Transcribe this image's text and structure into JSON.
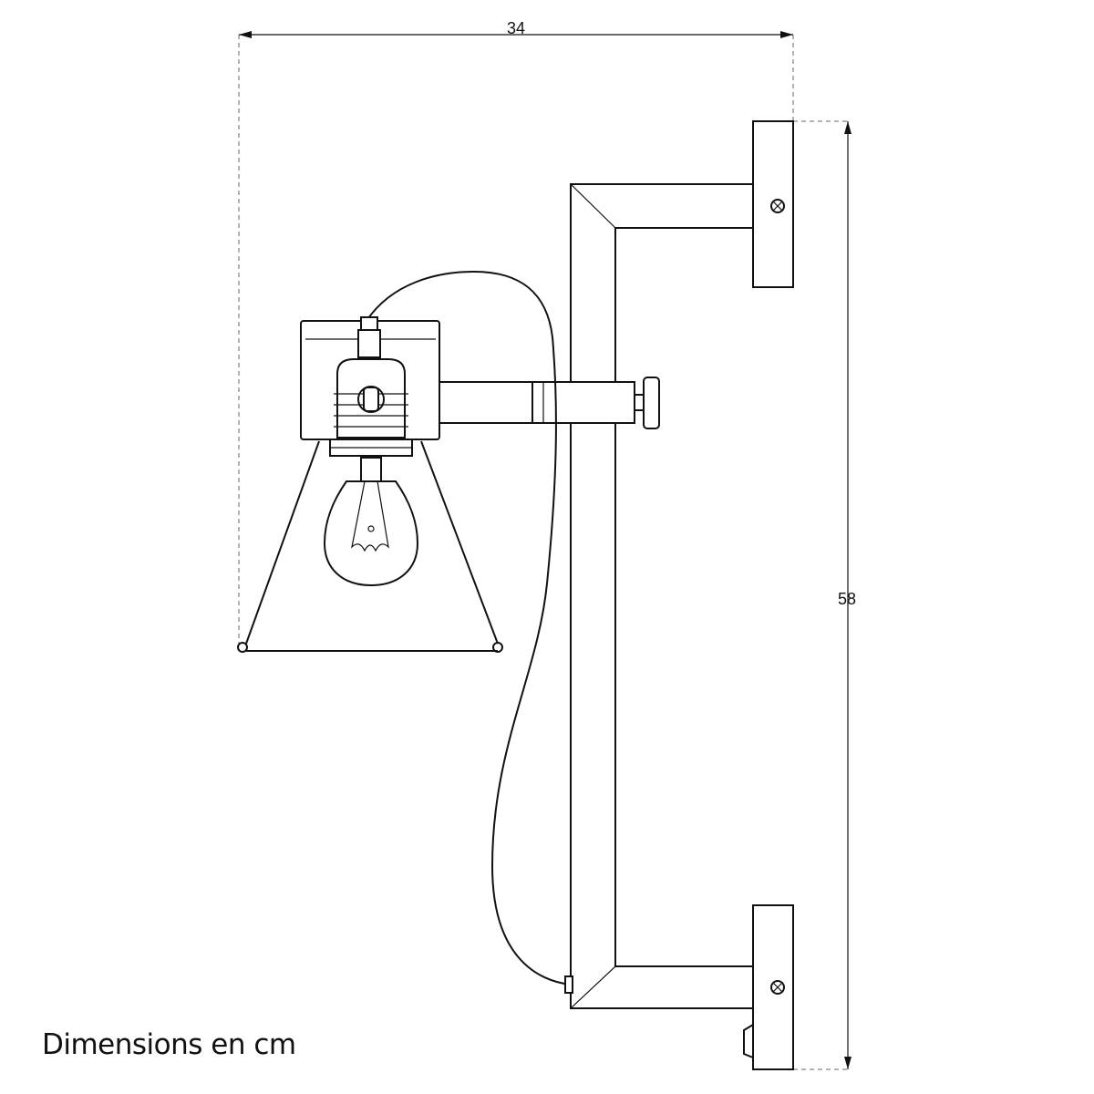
{
  "dimensions": {
    "width_label": "34",
    "height_label": "58"
  },
  "caption": "Dimensions en cm"
}
